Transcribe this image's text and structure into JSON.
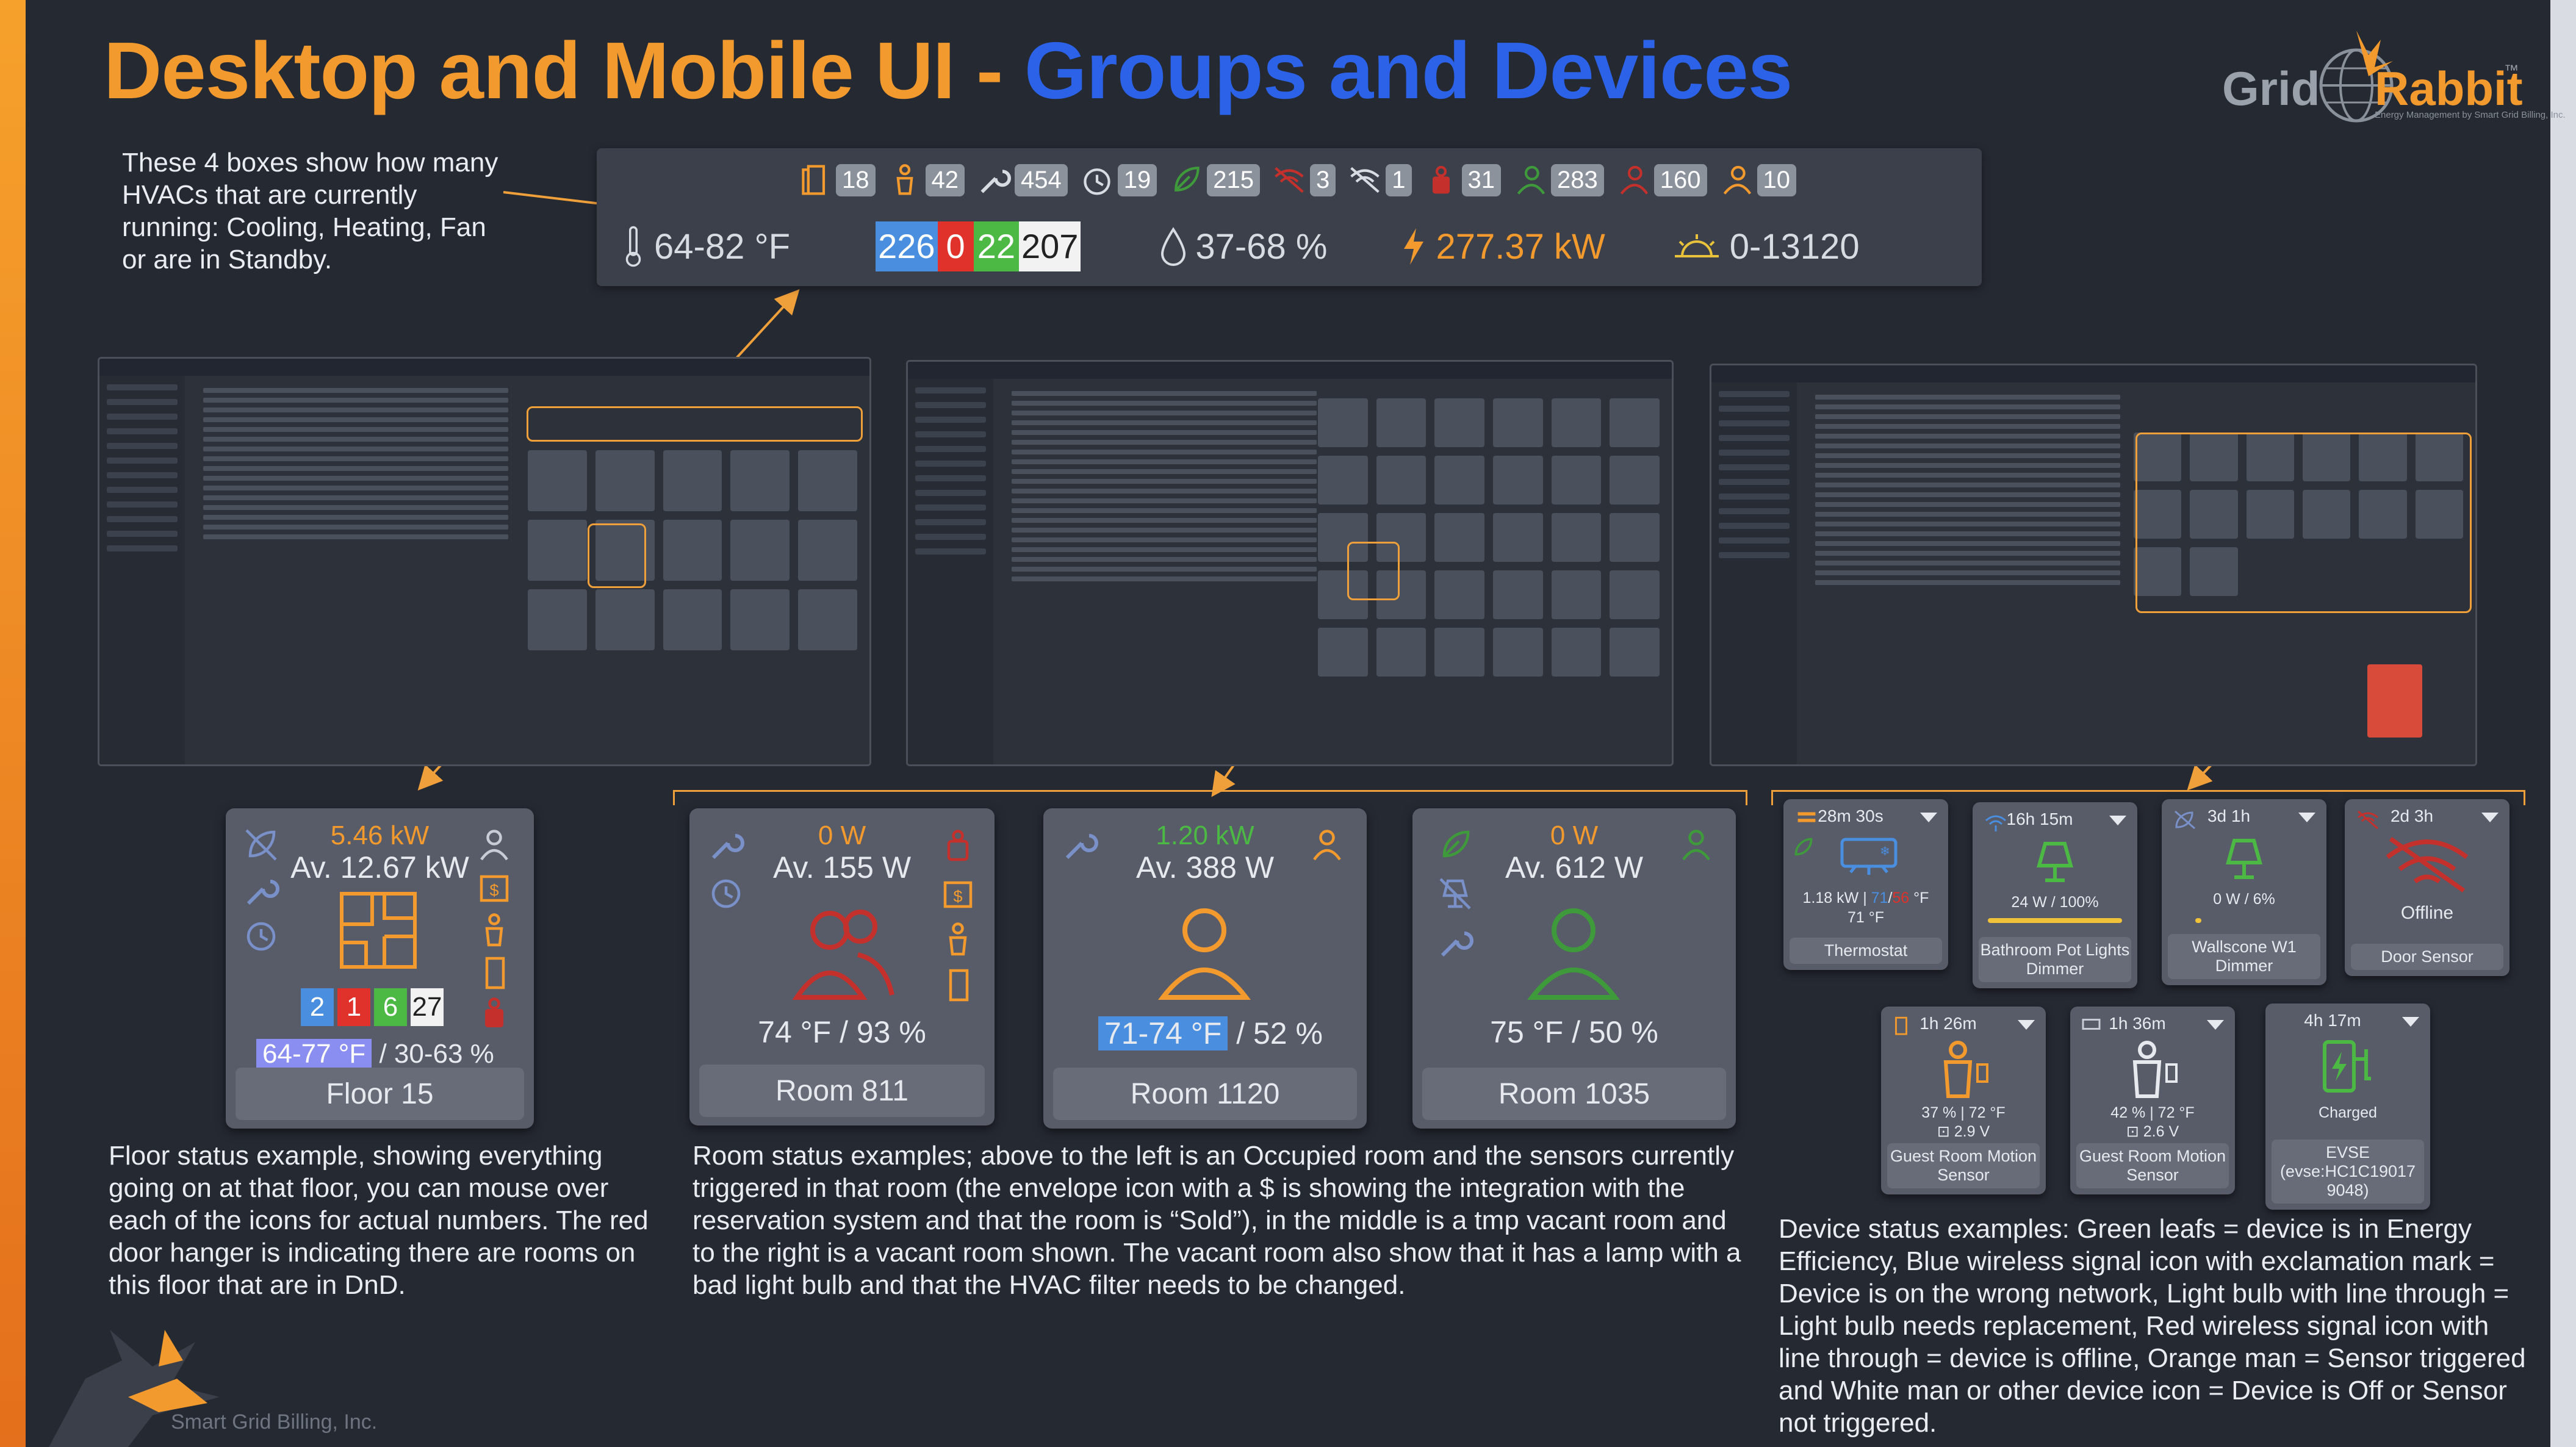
{
  "title": {
    "part1": "Desktop and Mobile UI - ",
    "part2": "Groups and Devices"
  },
  "logo": {
    "word1": "Grid",
    "word2": "Rabbit",
    "tm": "™",
    "tagline": "Energy Management by Smart Grid Billing, Inc."
  },
  "company": "Smart Grid Billing, Inc.",
  "captions": {
    "hvac": "These 4 boxes show how many HVACs that are currently running: Cooling, Heating, Fan or are in Standby.",
    "floor": "Floor status example, showing everything going on at that floor, you can mouse over each of the icons for actual numbers. The red door hanger is indicating there are rooms on this floor that are in DnD.",
    "room": "Room status examples; above to the left is an Occupied room and the sensors currently triggered in that room (the envelope icon with a $ is showing the integration with the reservation system and that the room is “Sold”), in the middle is a tmp vacant room and to the right is a vacant room shown. The vacant room also show that it has a lamp with a bad light bulb and that the HVAC filter needs to be changed.",
    "device": "Device status examples: Green leafs = device is in Energy Efficiency, Blue wireless signal icon with exclamation mark = Device is on the wrong network, Light bulb with line through = Light bulb needs replacement, Red wireless signal icon with line through = device is offline, Orange man = Sensor triggered and White man or other device icon = Device is Off or Sensor not triggered."
  },
  "summary": {
    "badges": [
      {
        "icon": "door-icon",
        "value": "18"
      },
      {
        "icon": "motion-icon",
        "value": "42"
      },
      {
        "icon": "wrench-icon",
        "value": "454"
      },
      {
        "icon": "clock-icon",
        "value": "19"
      },
      {
        "icon": "leaf-icon",
        "value": "215"
      },
      {
        "icon": "wifi-off-icon",
        "value": "3"
      },
      {
        "icon": "wifi-warning-icon",
        "value": "1"
      },
      {
        "icon": "door-hanger-icon",
        "value": "31"
      },
      {
        "icon": "person-icon",
        "value": "283"
      },
      {
        "icon": "person-off-icon",
        "value": "160"
      },
      {
        "icon": "person-outline-icon",
        "value": "10"
      }
    ],
    "temperature": "64-82 °F",
    "hvac": {
      "cooling": "226",
      "heating": "0",
      "fan": "22",
      "standby": "207"
    },
    "humidity": "37-68 %",
    "power": "277.37 kW",
    "light": "0-13120"
  },
  "floor_card": {
    "power": "5.46 kW",
    "avg": "Av. 12.67 kW",
    "counts": [
      "2",
      "1",
      "6",
      "27"
    ],
    "temp": "64-77 °F",
    "humidity": " / 30-63 %",
    "name": "Floor 15"
  },
  "rooms": [
    {
      "power": "0 W",
      "avg": "Av. 155 W",
      "temp": "74 °F / 93 %",
      "name": "Room 811"
    },
    {
      "power": "1.20 kW",
      "avg": "Av. 388 W",
      "temp": "71-74 °F",
      "humidity": " / 52 %",
      "name": "Room 1120"
    },
    {
      "power": "0 W",
      "avg": "Av. 612 W",
      "temp": "75 °F / 50 %",
      "name": "Room 1035"
    }
  ],
  "devices": [
    {
      "time": "28m 30s",
      "power": "1.18 kW | ",
      "set_cool": "71",
      "sep": "/",
      "set_heat": "56",
      "unit": " °F",
      "temp": "71 °F",
      "name": "Thermostat"
    },
    {
      "time": "16h 15m",
      "status": "24 W / 100%",
      "name": "Bathroom Pot Lights Dimmer"
    },
    {
      "time": "3d 1h",
      "status": "0 W / 6%",
      "name": "Wallscone W1 Dimmer"
    },
    {
      "time": "2d 3h",
      "status": "Offline",
      "name": "Door Sensor"
    },
    {
      "time": "1h 26m",
      "status": "37 % | 72 °F",
      "battery": "2.9 V",
      "name": "Guest Room Motion Sensor"
    },
    {
      "time": "1h 36m",
      "status": "42 % | 72 °F",
      "battery": "2.6 V",
      "name": "Guest Room Motion Sensor"
    },
    {
      "time": "4h 17m",
      "status": "Charged",
      "name": "EVSE (evse:HC1C19017 9048)"
    }
  ],
  "colors": {
    "orange": "#f29a2e",
    "blue": "#2b62e8",
    "cool": "#4a8ee0",
    "heat": "#e0312b",
    "fan": "#4cb944",
    "standby": "#f2f2f2",
    "green": "#3e9a3a",
    "red": "#c4302b"
  }
}
